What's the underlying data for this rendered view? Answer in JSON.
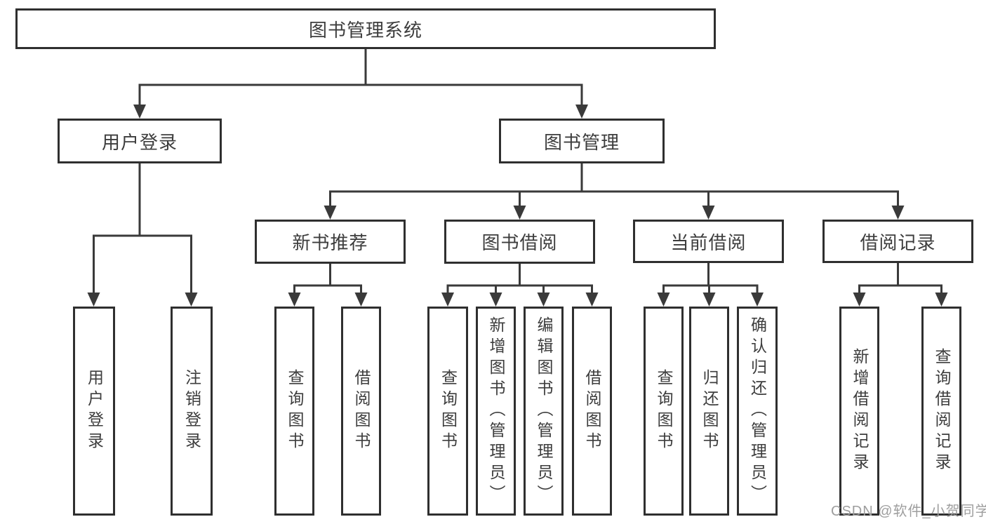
{
  "colors": {
    "line": "#3a3a3a",
    "box_border": "#2f2f2f",
    "box_fill": "#ffffff",
    "text": "#3d3d3d",
    "watermark": "#9e9e9e",
    "background": "#ffffff"
  },
  "watermark": {
    "text": "CSDN @软件_小贺同学"
  },
  "tree": {
    "root": {
      "label": "图书管理系统"
    },
    "branches": [
      {
        "label": "用户登录",
        "children": [
          {
            "label": "用户登录"
          },
          {
            "label": "注销登录"
          }
        ]
      },
      {
        "label": "图书管理",
        "children": [
          {
            "label": "新书推荐",
            "children": [
              {
                "label": "查询图书"
              },
              {
                "label": "借阅图书"
              }
            ]
          },
          {
            "label": "图书借阅",
            "children": [
              {
                "label": "查询图书"
              },
              {
                "label": "新增图书（管理员）"
              },
              {
                "label": "编辑图书（管理员）"
              },
              {
                "label": "借阅图书"
              }
            ]
          },
          {
            "label": "当前借阅",
            "children": [
              {
                "label": "查询图书"
              },
              {
                "label": "归还图书"
              },
              {
                "label": "确认归还（管理员）"
              }
            ]
          },
          {
            "label": "借阅记录",
            "children": [
              {
                "label": "新增借阅记录"
              },
              {
                "label": "查询借阅记录"
              }
            ]
          }
        ]
      }
    ]
  }
}
